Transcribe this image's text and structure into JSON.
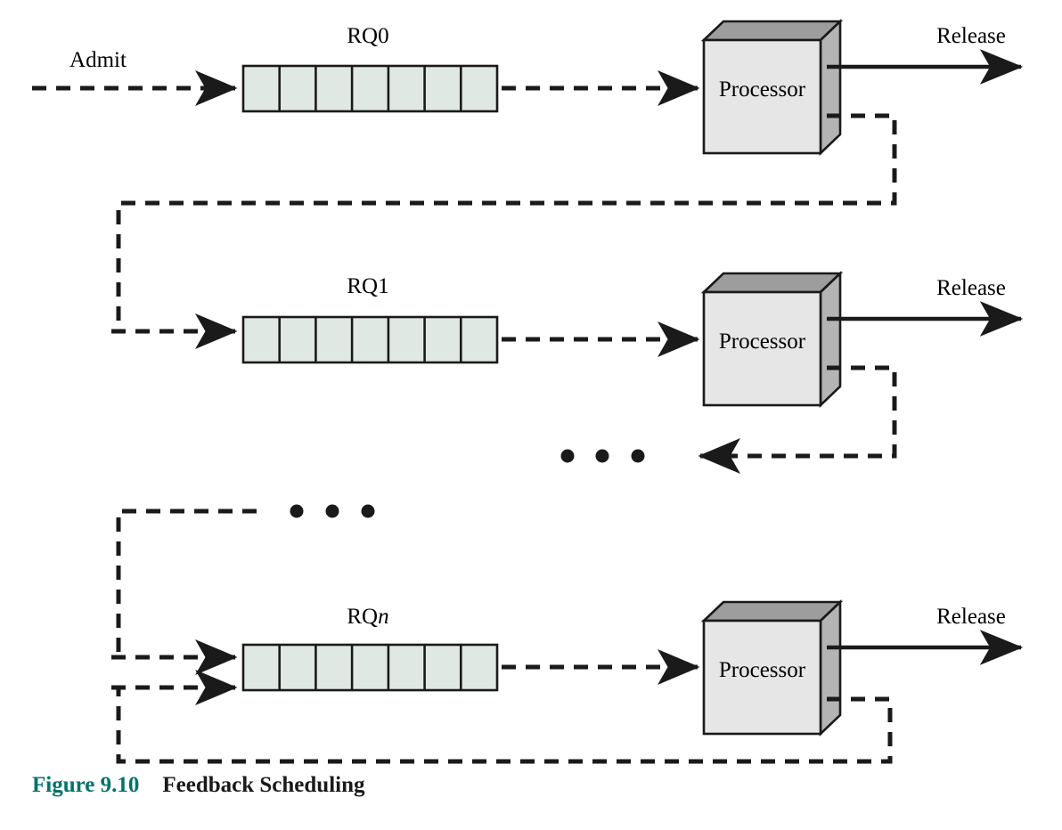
{
  "figure": {
    "number_label": "Figure 9.10",
    "title": "Feedback Scheduling",
    "number_color": "#00726c",
    "title_color": "#1a1a1a"
  },
  "diagram": {
    "type": "feedback-scheduling-flow",
    "queue_fill_color": "#dfe8e3",
    "processor_front_color": "#e6e6e6",
    "processor_top_color": "#9d9d9d",
    "processor_side_color": "#b4b4b4",
    "line_color": "#1a1a1a",
    "queue_cell_count": 7,
    "admit_label": "Admit",
    "rows": [
      {
        "id": "row-0",
        "queue_label": "RQ0",
        "queue_label_plain": "RQ",
        "queue_label_suffix": "0",
        "processor_label": "Processor",
        "release_label": "Release"
      },
      {
        "id": "row-1",
        "queue_label": "RQ1",
        "queue_label_plain": "RQ",
        "queue_label_suffix": "1",
        "processor_label": "Processor",
        "release_label": "Release"
      },
      {
        "id": "row-n",
        "queue_label": "RQn",
        "queue_label_plain": "RQ",
        "queue_label_suffix": "n",
        "processor_label": "Processor",
        "release_label": "Release"
      }
    ],
    "ellipsis_groups": [
      {
        "id": "ellipsis-upper",
        "dots": 3
      },
      {
        "id": "ellipsis-lower",
        "dots": 3
      }
    ]
  }
}
